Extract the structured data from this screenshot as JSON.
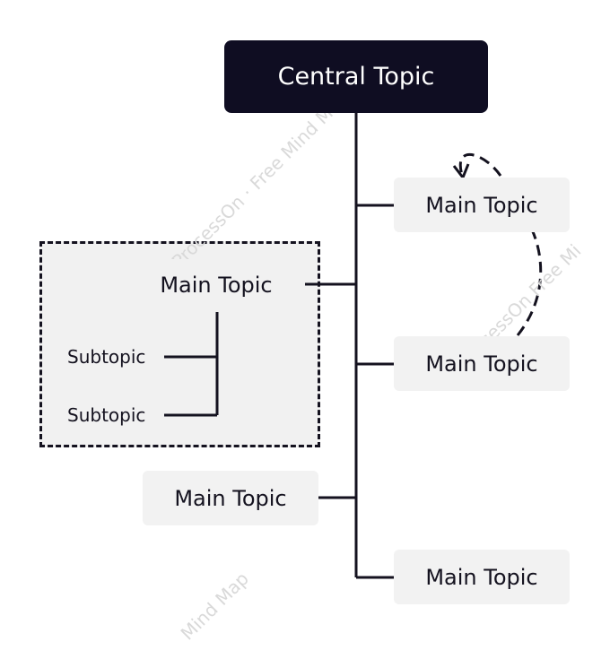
{
  "central_topic": "Central Topic",
  "main_topics": [
    "Main Topic",
    "Main Topic",
    "Main Topic",
    "Main Topic",
    "Main Topic"
  ],
  "subtopics": [
    "Subtopic",
    "Subtopic"
  ],
  "colors": {
    "central_bg": "#0f0d22",
    "topic_bg": "#f2f2f2",
    "line": "#14121f",
    "boundary_bg": "#f1f1f1"
  }
}
